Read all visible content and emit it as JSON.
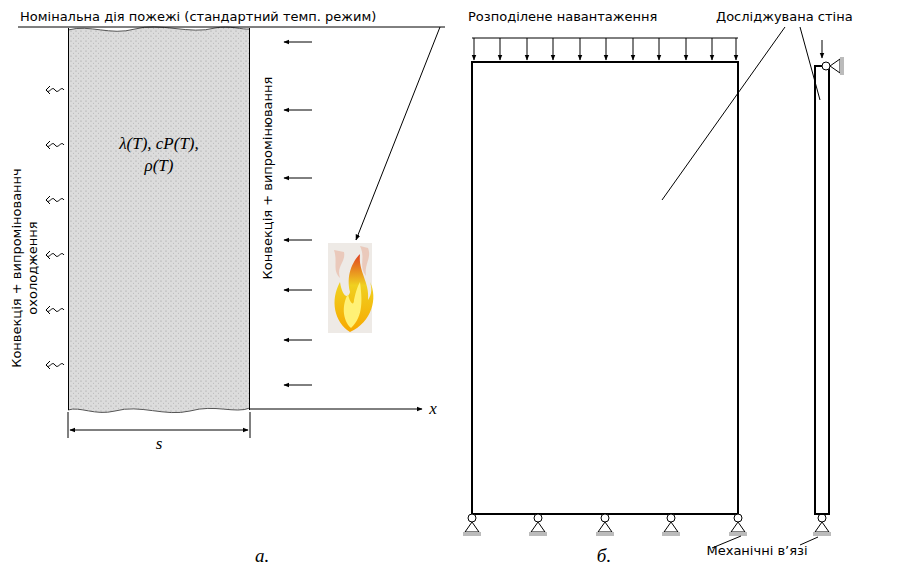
{
  "diagram": {
    "nodes": [
      {
        "text": [
          "λ(T), cP(T), ρ(T)"
        ]
      }
    ],
    "labels": [
      "Номінальна дія пожежі (стандартний темп. режим)",
      "Конвекція + випромінованнч охолодження",
      "Конвекція + випромінювання",
      "s",
      "x",
      "а.",
      "Розподілене навантаження",
      "Досліджувана стіна",
      "Механічні в’язі",
      "б."
    ]
  }
}
